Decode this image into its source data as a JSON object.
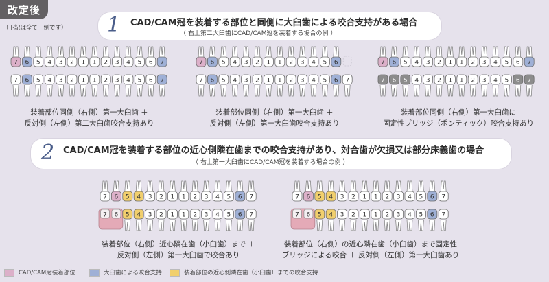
{
  "header": {
    "tag": "改定後",
    "note": "（下記は全て一例です）"
  },
  "colors": {
    "pink": "#dcb0c9",
    "blue": "#9fb0d6",
    "yellow": "#f1cf6d",
    "gray": "#8c8c8c"
  },
  "section1": {
    "number": "1",
    "title": "CAD/CAM冠を装着する部位と同側に大臼歯による咬合支持がある場合",
    "subtitle": "（ 右上第二大臼歯にCAD/CAM冠を装着する場合の例 ）",
    "diagrams": [
      {
        "caption": [
          "装着部位同側（右側）第一大臼歯 ＋",
          "反対側（左側）第二大臼歯咬合支持あり"
        ],
        "upper": [
          {
            "n": "7",
            "c": "pink"
          },
          {
            "n": "6",
            "c": "blue"
          },
          {
            "n": "5"
          },
          {
            "n": "4"
          },
          {
            "n": "3"
          },
          {
            "n": "2"
          },
          {
            "n": "1"
          },
          {
            "n": "1"
          },
          {
            "n": "2"
          },
          {
            "n": "3"
          },
          {
            "n": "4"
          },
          {
            "n": "5"
          },
          {
            "n": "6"
          },
          {
            "n": "7",
            "c": "blue"
          }
        ],
        "lower": [
          {
            "n": "7"
          },
          {
            "n": "6",
            "c": "blue"
          },
          {
            "n": "5"
          },
          {
            "n": "4"
          },
          {
            "n": "3"
          },
          {
            "n": "2"
          },
          {
            "n": "1"
          },
          {
            "n": "1"
          },
          {
            "n": "2"
          },
          {
            "n": "3"
          },
          {
            "n": "4"
          },
          {
            "n": "5"
          },
          {
            "n": "6"
          },
          {
            "n": "7",
            "c": "blue"
          }
        ]
      },
      {
        "caption": [
          "装着部位同側（右側）第一大臼歯 ＋",
          "反対側（左側）第一大臼歯咬合支持あり"
        ],
        "upper": [
          {
            "n": "7",
            "c": "pink"
          },
          {
            "n": "6",
            "c": "blue"
          },
          {
            "n": "5"
          },
          {
            "n": "4"
          },
          {
            "n": "3"
          },
          {
            "n": "2"
          },
          {
            "n": "1"
          },
          {
            "n": "1"
          },
          {
            "n": "2"
          },
          {
            "n": "3"
          },
          {
            "n": "4"
          },
          {
            "n": "5"
          },
          {
            "n": "6",
            "c": "blue"
          },
          {
            "n": "",
            "c": "empty"
          }
        ],
        "lower": [
          {
            "n": "7"
          },
          {
            "n": "6",
            "c": "blue"
          },
          {
            "n": "5"
          },
          {
            "n": "4"
          },
          {
            "n": "3"
          },
          {
            "n": "2"
          },
          {
            "n": "1"
          },
          {
            "n": "1"
          },
          {
            "n": "2"
          },
          {
            "n": "3"
          },
          {
            "n": "4"
          },
          {
            "n": "5"
          },
          {
            "n": "6",
            "c": "blue"
          },
          {
            "n": "7"
          }
        ]
      },
      {
        "caption": [
          "装着部位同側（右側）第一大臼歯に",
          "固定性ブリッジ（ポンティック）咬合支持あり"
        ],
        "upper": [
          {
            "n": "7",
            "c": "pink"
          },
          {
            "n": "6",
            "c": "blue"
          },
          {
            "n": "5"
          },
          {
            "n": "4"
          },
          {
            "n": "3"
          },
          {
            "n": "2"
          },
          {
            "n": "1"
          },
          {
            "n": "1"
          },
          {
            "n": "2"
          },
          {
            "n": "3"
          },
          {
            "n": "4"
          },
          {
            "n": "5"
          },
          {
            "n": "6"
          },
          {
            "n": "7",
            "c": "blue"
          }
        ],
        "lower": [
          {
            "n": "7",
            "c": "gray"
          },
          {
            "n": "6",
            "c": "gray"
          },
          {
            "n": "5",
            "c": "gray"
          },
          {
            "n": "4"
          },
          {
            "n": "3"
          },
          {
            "n": "2"
          },
          {
            "n": "1"
          },
          {
            "n": "1"
          },
          {
            "n": "2"
          },
          {
            "n": "3"
          },
          {
            "n": "4"
          },
          {
            "n": "5"
          },
          {
            "n": "6",
            "c": "gray"
          },
          {
            "n": "7",
            "c": "gray"
          }
        ]
      }
    ]
  },
  "section2": {
    "number": "2",
    "title": "CAD/CAM冠を装着する部位の近心側隣在歯までの咬合支持があり、対合歯が欠損又は部分床義歯の場合",
    "subtitle": "（ 右上第一大臼歯にCAD/CAM冠を装着する場合の例 ）",
    "diagrams": [
      {
        "caption": [
          "装着部位（右側）近心隣在歯（小臼歯）まで ＋",
          "反対側（左側）第一大臼歯で咬合あり"
        ],
        "upper": [
          {
            "n": "7"
          },
          {
            "n": "6",
            "c": "pink"
          },
          {
            "n": "5",
            "c": "yellow"
          },
          {
            "n": "4",
            "c": "yellow"
          },
          {
            "n": "3"
          },
          {
            "n": "2"
          },
          {
            "n": "1"
          },
          {
            "n": "1"
          },
          {
            "n": "2"
          },
          {
            "n": "3"
          },
          {
            "n": "4"
          },
          {
            "n": "5"
          },
          {
            "n": "6",
            "c": "blue"
          },
          {
            "n": "7"
          }
        ],
        "lower": [
          {
            "n": "7",
            "c": "denture"
          },
          {
            "n": "6",
            "c": "denture"
          },
          {
            "n": "5",
            "c": "yellow"
          },
          {
            "n": "4",
            "c": "yellow"
          },
          {
            "n": "3"
          },
          {
            "n": "2"
          },
          {
            "n": "1"
          },
          {
            "n": "1"
          },
          {
            "n": "2"
          },
          {
            "n": "3"
          },
          {
            "n": "4"
          },
          {
            "n": "5"
          },
          {
            "n": "6",
            "c": "blue"
          },
          {
            "n": "7"
          }
        ]
      },
      {
        "caption": [
          "装着部位（右側）の近心隣在歯（小臼歯）まで固定性",
          "ブリッジによる咬合 ＋ 反対側（左側）第一大臼歯あり"
        ],
        "upper": [
          {
            "n": "7"
          },
          {
            "n": "6",
            "c": "pink"
          },
          {
            "n": "5",
            "c": "yellow"
          },
          {
            "n": "4",
            "c": "yellow"
          },
          {
            "n": "3"
          },
          {
            "n": "2"
          },
          {
            "n": "1"
          },
          {
            "n": "1"
          },
          {
            "n": "2"
          },
          {
            "n": "3"
          },
          {
            "n": "4"
          },
          {
            "n": "5"
          },
          {
            "n": "6",
            "c": "blue"
          },
          {
            "n": "7"
          }
        ],
        "lower": [
          {
            "n": "7",
            "c": "denture"
          },
          {
            "n": "6",
            "c": "denture"
          },
          {
            "n": "5",
            "c": "yellow"
          },
          {
            "n": "4",
            "c": "yellow"
          },
          {
            "n": "3"
          },
          {
            "n": "2"
          },
          {
            "n": "1"
          },
          {
            "n": "1"
          },
          {
            "n": "2"
          },
          {
            "n": "3"
          },
          {
            "n": "4"
          },
          {
            "n": "5"
          },
          {
            "n": "6",
            "c": "blue"
          },
          {
            "n": "7"
          }
        ]
      }
    ]
  },
  "legend": [
    {
      "label": "CAD/CAM冠装着部位",
      "c": "pink"
    },
    {
      "label": "大臼歯による咬合支持",
      "c": "blue"
    },
    {
      "label": "装着部位の近心側隣在歯（小臼歯）までの咬合支持",
      "c": "yellow"
    }
  ]
}
